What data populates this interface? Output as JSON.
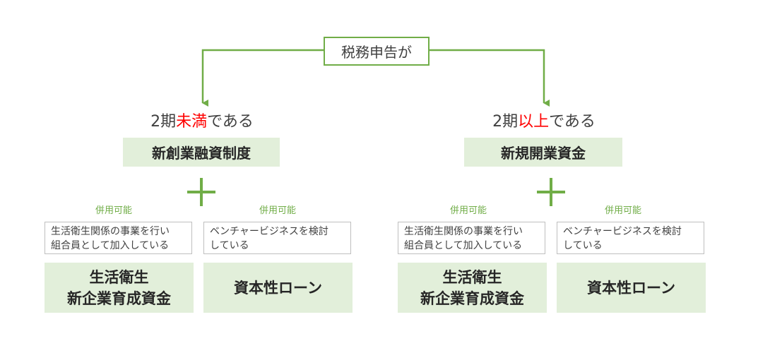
{
  "colors": {
    "accent": "#70ad47",
    "fill": "#e2efda",
    "border": "#bfbfbf",
    "highlight": "#ff0000"
  },
  "top": {
    "label": "税務申告が"
  },
  "branches": [
    {
      "condition": {
        "prefix": "2期",
        "highlight": "未満",
        "suffix": "である"
      },
      "program": "新創業融資制度",
      "combinable": [
        {
          "note": "併用可能",
          "requirement": [
            "生活衛生関係の事業を行い",
            "組合員として加入している"
          ],
          "result": [
            "生活衛生",
            "新企業育成資金"
          ]
        },
        {
          "note": "併用可能",
          "requirement": [
            "ベンチャービジネスを検討",
            "している"
          ],
          "result": [
            "資本性ローン"
          ]
        }
      ]
    },
    {
      "condition": {
        "prefix": "2期",
        "highlight": "以上",
        "suffix": "である"
      },
      "program": "新規開業資金",
      "combinable": [
        {
          "note": "併用可能",
          "requirement": [
            "生活衛生関係の事業を行い",
            "組合員として加入している"
          ],
          "result": [
            "生活衛生",
            "新企業育成資金"
          ]
        },
        {
          "note": "併用可能",
          "requirement": [
            "ベンチャービジネスを検討",
            "している"
          ],
          "result": [
            "資本性ローン"
          ]
        }
      ]
    }
  ]
}
